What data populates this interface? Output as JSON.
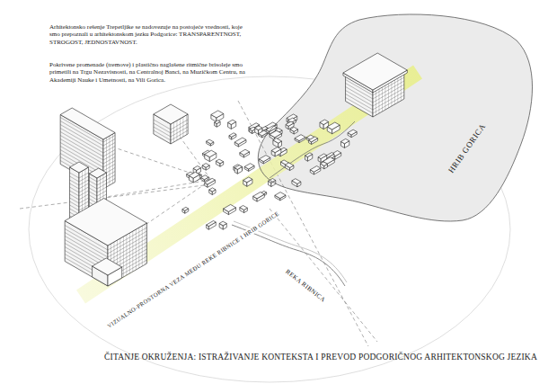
{
  "diagram": {
    "title": "ČITANJE OKRUŽENJA: ISTRAŽIVANJE KONTEKSTA I PREVOD PODGORIČNOG ARHITEKTONSKOG JEZIKA",
    "nodes": [
      {
        "text": [
          "HRIB GORICA"
        ]
      }
    ],
    "labels": [
      "Arhitektonsko rešenje Trepetljike se nadovezuje na postojeće vrednosti, koje smo prepoznali u arhitektonskom jezku Podgorice: TRANSPARENTNOST, STROGOST, JEDNOSTAVNOST.",
      "Pokrivene promenade (tremove) i plastično naglašene ritmične brisoleje smo primetili na Trgu Nezavisnosti, na Centralnoj Banci, na Muzičkom Centru, na Akademiji Nauke i Umetnosti, na Vili Gorica.",
      "REKA RIBNICA",
      "VIZUALNO-PROSTORNA VEZA MEĐU REKE RIBNICE I HRIB GORICE"
    ]
  }
}
